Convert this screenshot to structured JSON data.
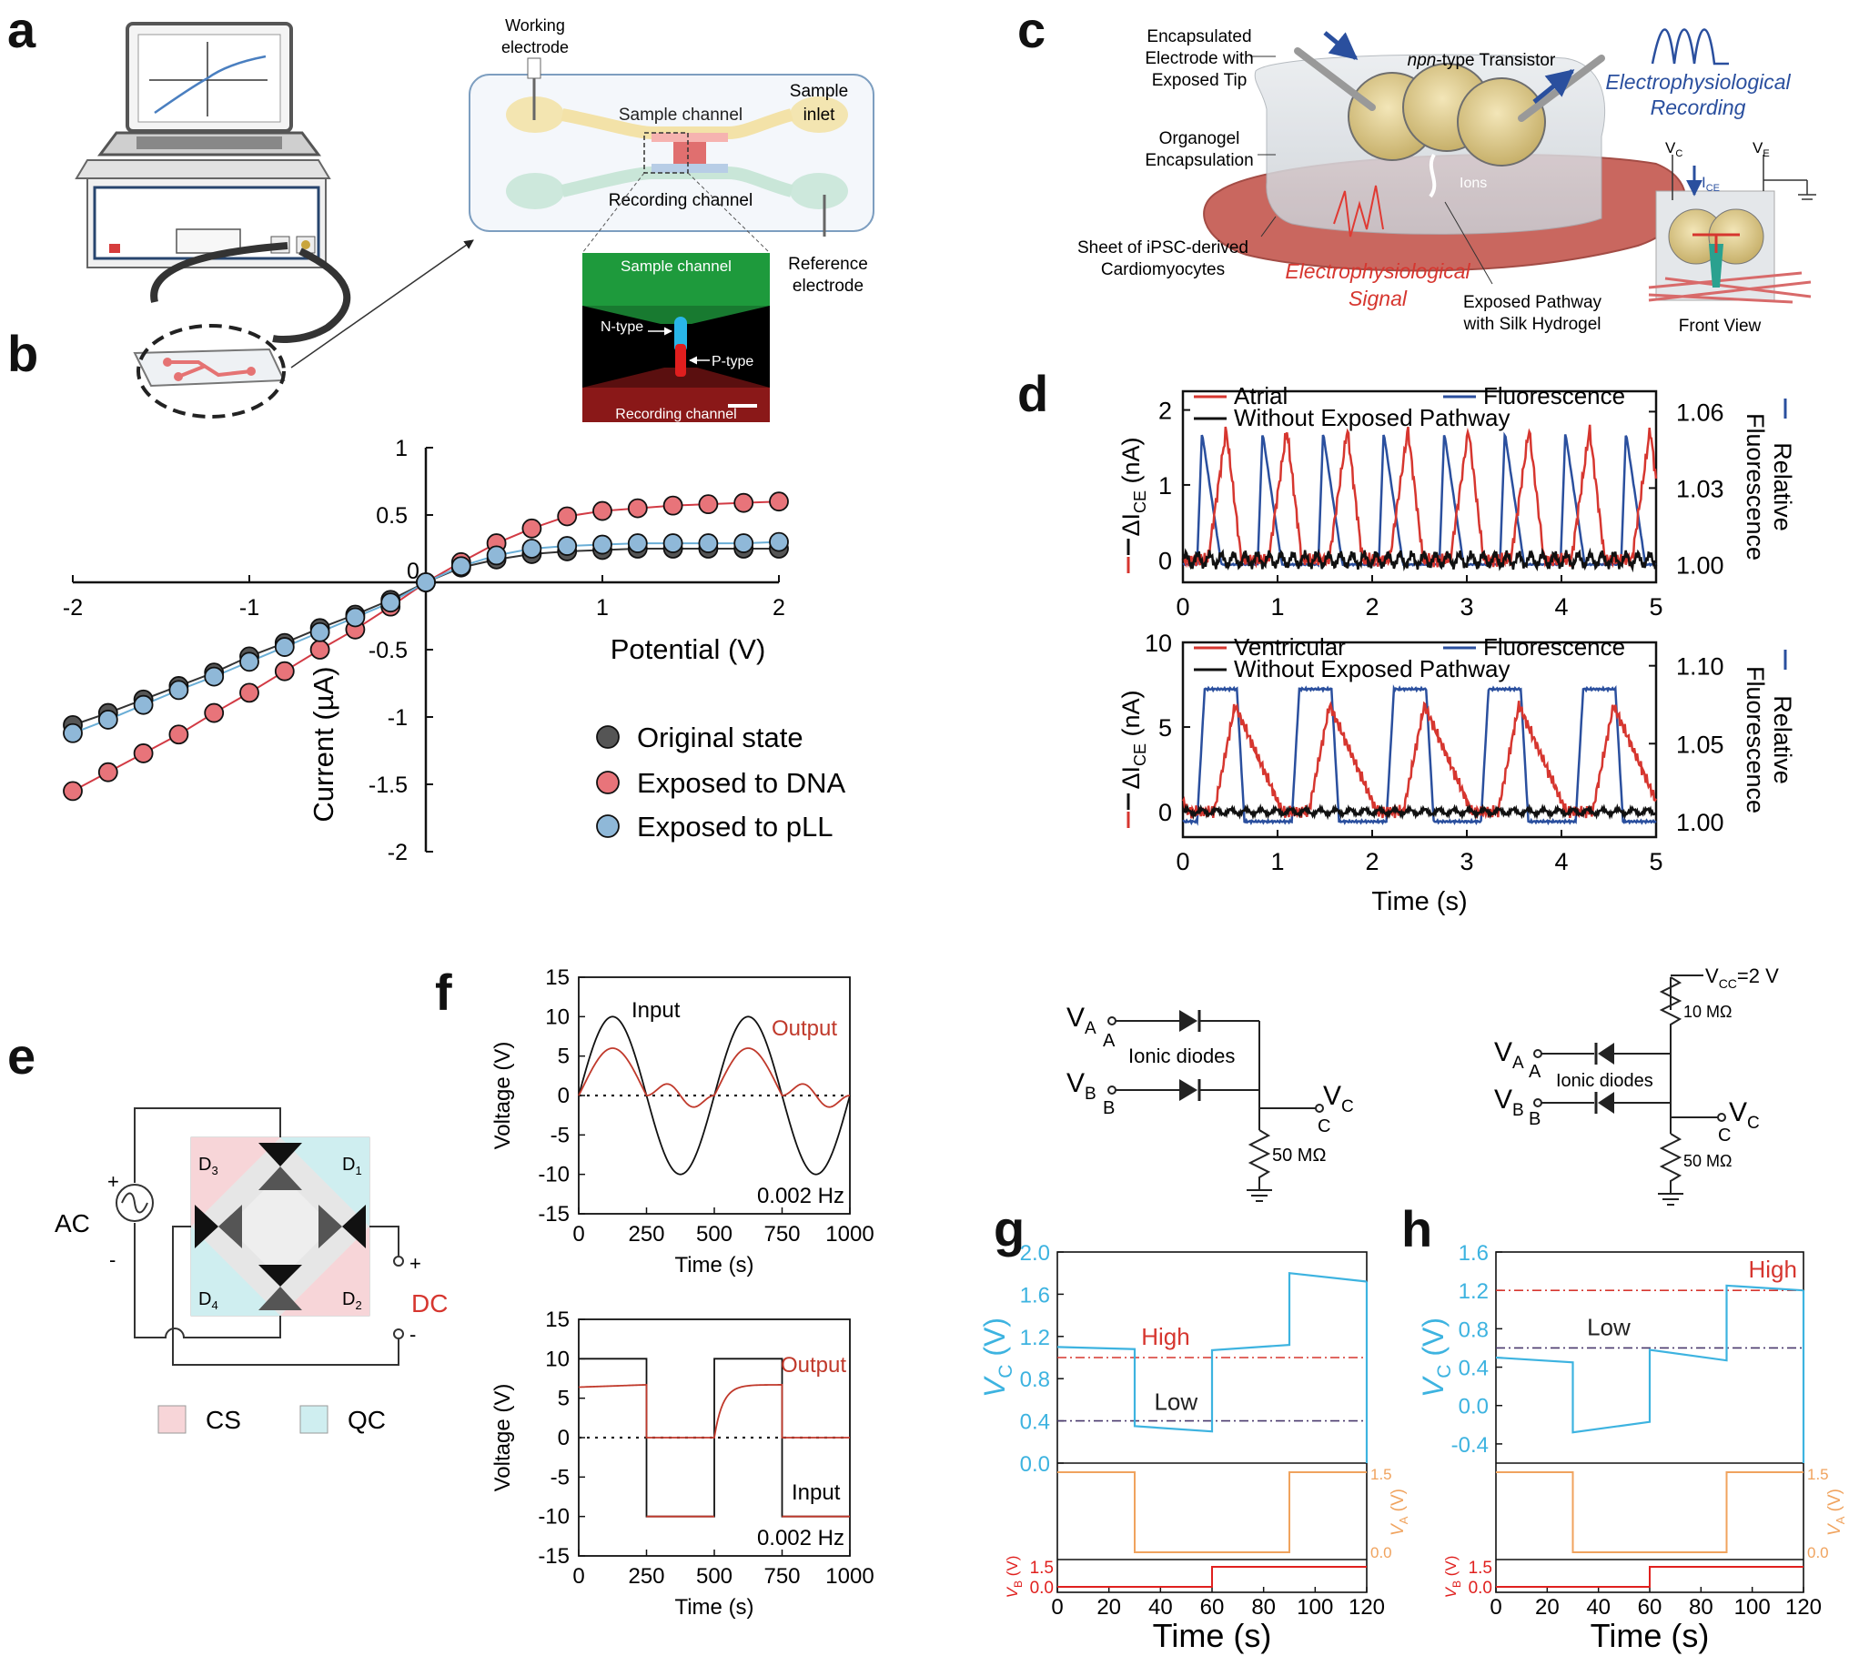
{
  "panels": {
    "a": "a",
    "b": "b",
    "c": "c",
    "d": "d",
    "e": "e",
    "f": "f",
    "g": "g",
    "h": "h"
  },
  "panel_a": {
    "working_electrode": [
      "Working",
      "electrode"
    ],
    "sample_channel": "Sample channel",
    "sample_inlet": [
      "Sample",
      "inlet"
    ],
    "recording_channel": "Recording channel",
    "reference_electrode": [
      "Reference",
      "electrode"
    ],
    "inset_sample_channel": "Sample channel",
    "inset_n_type": "N-type",
    "inset_p_type": "P-type",
    "inset_recording_channel": "Recording channel",
    "colors": {
      "sample": "#1e9a3c",
      "recording": "#8a1818",
      "n": "#29b6e8",
      "p": "#e01e1e"
    }
  },
  "panel_c": {
    "encapsulated_electrode": [
      "Encapsulated",
      "Electrode with",
      "Exposed Tip"
    ],
    "organogel": [
      "Organogel",
      "Encapsulation"
    ],
    "sheet": [
      "Sheet of iPSC-derived",
      "Cardiomyocytes"
    ],
    "npn_prefix": "npn",
    "npn_rest": "-type Transistor",
    "ions": "Ions",
    "electro_recording": [
      "Electrophysiological",
      "Recording"
    ],
    "electro_signal": [
      "Electrophysiological",
      "Signal"
    ],
    "exposed_pathway": [
      "Exposed Pathway",
      "with Silk Hydrogel"
    ],
    "front_view": "Front View",
    "vc": "V",
    "vc_sub": "C",
    "ve": "V",
    "ve_sub": "E",
    "ice": "I",
    "ice_sub": "CE"
  },
  "panel_e": {
    "ac": "AC",
    "dc": "DC",
    "plus": "+",
    "minus": "-",
    "diodes": [
      {
        "l": "D",
        "s": "1"
      },
      {
        "l": "D",
        "s": "2"
      },
      {
        "l": "D",
        "s": "3"
      },
      {
        "l": "D",
        "s": "4"
      }
    ],
    "legend": [
      {
        "label": "CS",
        "color": "#f7d5d8"
      },
      {
        "label": "QC",
        "color": "#cfeef0"
      }
    ]
  },
  "circuit_g": {
    "va": "V",
    "va_sub": "A",
    "a_label": "A",
    "vb": "V",
    "vb_sub": "B",
    "b_label": "B",
    "vc": "V",
    "vc_sub": "C",
    "c_label": "C",
    "diodes_label": "Ionic diodes",
    "resistor": "50 MΩ"
  },
  "circuit_h": {
    "va": "V",
    "va_sub": "A",
    "a_label": "A",
    "vb": "V",
    "vb_sub": "B",
    "b_label": "B",
    "vc": "V",
    "vc_sub": "C",
    "c_label": "C",
    "vcc": "V",
    "vcc_sub": "CC",
    "vcc_value": "=2 V",
    "diodes_label": "Ionic diodes",
    "r_top": "10 MΩ",
    "r_bottom": "50 MΩ"
  },
  "chart_data": [
    {
      "id": "b",
      "type": "scatter",
      "xlabel": "Potential (V)",
      "ylabel": "Current (µA)",
      "xlim": [
        -2,
        2
      ],
      "ylim": [
        -2,
        1
      ],
      "xticks": [
        -2,
        -1,
        0,
        1,
        2
      ],
      "xtick_labels": [
        "-2",
        "-1",
        "0",
        "1",
        "2"
      ],
      "yticks": [
        -2,
        -1.5,
        -1,
        -0.5,
        0,
        0.5,
        1
      ],
      "ytick_labels": [
        "-2",
        "-1.5",
        "-1",
        "-0.5",
        "0",
        "0.5",
        "1"
      ],
      "legend_position": "bottom-right",
      "x": [
        -2,
        -1.8,
        -1.6,
        -1.4,
        -1.2,
        -1.0,
        -0.8,
        -0.6,
        -0.4,
        -0.2,
        0,
        0.2,
        0.4,
        0.6,
        0.8,
        1.0,
        1.2,
        1.4,
        1.6,
        1.8,
        2.0
      ],
      "series": [
        {
          "name": "Original state",
          "color": "#555555",
          "line": "#333333",
          "values": [
            -1.06,
            -0.97,
            -0.87,
            -0.77,
            -0.67,
            -0.55,
            -0.45,
            -0.34,
            -0.24,
            -0.13,
            0,
            0.11,
            0.17,
            0.21,
            0.23,
            0.24,
            0.25,
            0.25,
            0.25,
            0.25,
            0.25
          ]
        },
        {
          "name": "Exposed to DNA",
          "color": "#e8747a",
          "line": "#d23a44",
          "values": [
            -1.55,
            -1.41,
            -1.27,
            -1.13,
            -0.97,
            -0.82,
            -0.66,
            -0.5,
            -0.35,
            -0.18,
            0,
            0.15,
            0.29,
            0.4,
            0.49,
            0.53,
            0.55,
            0.57,
            0.58,
            0.59,
            0.6
          ]
        },
        {
          "name": "Exposed to pLL",
          "color": "#8fb8d8",
          "line": "#6aaed6",
          "values": [
            -1.12,
            -1.02,
            -0.91,
            -0.8,
            -0.7,
            -0.59,
            -0.48,
            -0.37,
            -0.26,
            -0.15,
            0,
            0.12,
            0.2,
            0.25,
            0.27,
            0.28,
            0.29,
            0.29,
            0.29,
            0.29,
            0.3
          ]
        }
      ]
    },
    {
      "id": "d_top",
      "type": "line",
      "xlabel": "",
      "ylabel": "ΔI",
      "ylabel_sub": "CE",
      "ylabel_unit": " (nA)",
      "y2label": [
        "Relative",
        "Fluorescence"
      ],
      "xlim": [
        0,
        5
      ],
      "ylim": [
        -0.3,
        2.25
      ],
      "y2lim": [
        0.993,
        1.068
      ],
      "xticks": [
        0,
        1,
        2,
        3,
        4,
        5
      ],
      "xtick_labels": [
        "0",
        "1",
        "2",
        "3",
        "4",
        "5"
      ],
      "yticks": [
        0,
        1,
        2
      ],
      "ytick_labels": [
        "0",
        "1",
        "2"
      ],
      "y2ticks": [
        1.0,
        1.03,
        1.06
      ],
      "y2tick_labels": [
        "1.00",
        "1.03",
        "1.06"
      ],
      "period": 0.64,
      "legend": [
        {
          "name": "Atrial",
          "color": "#d6362f"
        },
        {
          "name": "Fluorescence",
          "color": "#2a4f9e"
        },
        {
          "name": "Without Exposed Pathway",
          "color": "#111111"
        }
      ]
    },
    {
      "id": "d_bottom",
      "type": "line",
      "xlabel": "Time (s)",
      "ylabel": "ΔI",
      "ylabel_sub": "CE",
      "ylabel_unit": " (nA)",
      "y2label": [
        "Relative",
        "Fluorescence"
      ],
      "xlim": [
        0,
        5
      ],
      "ylim": [
        -1.5,
        10
      ],
      "y2lim": [
        0.99,
        1.115
      ],
      "xticks": [
        0,
        1,
        2,
        3,
        4,
        5
      ],
      "xtick_labels": [
        "0",
        "1",
        "2",
        "3",
        "4",
        "5"
      ],
      "yticks": [
        0,
        5,
        10
      ],
      "ytick_labels": [
        "0",
        "5",
        "10"
      ],
      "y2ticks": [
        1.0,
        1.05,
        1.1
      ],
      "y2tick_labels": [
        "1.00",
        "1.05",
        "1.10"
      ],
      "period": 1.0,
      "legend": [
        {
          "name": "Ventricular",
          "color": "#d6362f"
        },
        {
          "name": "Fluorescence",
          "color": "#2a4f9e"
        },
        {
          "name": "Without Exposed Pathway",
          "color": "#111111"
        }
      ]
    },
    {
      "id": "f_top",
      "type": "line",
      "xlabel": "Time (s)",
      "ylabel": "Voltage (V)",
      "xlim": [
        0,
        1000
      ],
      "ylim": [
        -15,
        15
      ],
      "xticks": [
        0,
        250,
        500,
        750,
        1000
      ],
      "xtick_labels": [
        "0",
        "250",
        "500",
        "750",
        "1000"
      ],
      "yticks": [
        -15,
        -10,
        -5,
        0,
        5,
        10,
        15
      ],
      "ytick_labels": [
        "-15",
        "-10",
        "-5",
        "0",
        "5",
        "10",
        "15"
      ],
      "frequency_label": "0.002 Hz",
      "input_label": "Input",
      "output_label": "Output",
      "input_amplitude": 10,
      "output_peak": 6
    },
    {
      "id": "f_bottom",
      "type": "line",
      "xlabel": "Time (s)",
      "ylabel": "Voltage (V)",
      "xlim": [
        0,
        1000
      ],
      "ylim": [
        -15,
        15
      ],
      "xticks": [
        0,
        250,
        500,
        750,
        1000
      ],
      "xtick_labels": [
        "0",
        "250",
        "500",
        "750",
        "1000"
      ],
      "yticks": [
        -15,
        -10,
        -5,
        0,
        5,
        10,
        15
      ],
      "ytick_labels": [
        "-15",
        "-10",
        "-5",
        "0",
        "5",
        "10",
        "15"
      ],
      "frequency_label": "0.002 Hz",
      "input_label": "Input",
      "output_label": "Output",
      "input_high": 10,
      "input_low": -10,
      "output_plateau": 6.7
    },
    {
      "id": "g",
      "type": "line",
      "xlabel": "Time (s)",
      "ylabel": "V",
      "ylabel_sub": "C",
      "ylabel_unit": " (V)",
      "xlim": [
        0,
        120
      ],
      "xticks": [
        0,
        20,
        40,
        60,
        80,
        100,
        120
      ],
      "xtick_labels": [
        "0",
        "20",
        "40",
        "60",
        "80",
        "100",
        "120"
      ],
      "ylim": [
        0,
        2.0
      ],
      "yticks": [
        0,
        0.4,
        0.8,
        1.2,
        1.6,
        2.0
      ],
      "ytick_labels": [
        "0.0",
        "0.4",
        "0.8",
        "1.2",
        "1.6",
        "2.0"
      ],
      "high_level": 1.0,
      "low_level": 0.4,
      "high_label": "High",
      "low_label": "Low",
      "vc_segments": [
        [
          0,
          1.1,
          1.08
        ],
        [
          30,
          0.35,
          0.3
        ],
        [
          60,
          1.07,
          1.12
        ],
        [
          90,
          1.8,
          1.72
        ]
      ],
      "va_label": "V",
      "va_sub": "A",
      "va_unit": " (V)",
      "va_ticks": [
        "1.5",
        "0.0"
      ],
      "va_steps": [
        [
          0,
          1.5
        ],
        [
          30,
          0
        ],
        [
          90,
          1.5
        ]
      ],
      "vb_label": "V",
      "vb_sub": "B",
      "vb_unit": " (V)",
      "vb_ticks": [
        "1.5",
        "0.0"
      ],
      "vb_steps": [
        [
          0,
          0
        ],
        [
          60,
          1.5
        ]
      ]
    },
    {
      "id": "h",
      "type": "line",
      "xlabel": "Time (s)",
      "ylabel": "V",
      "ylabel_sub": "C",
      "ylabel_unit": " (V)",
      "xlim": [
        0,
        120
      ],
      "xticks": [
        0,
        20,
        40,
        60,
        80,
        100,
        120
      ],
      "xtick_labels": [
        "0",
        "20",
        "40",
        "60",
        "80",
        "100",
        "120"
      ],
      "ylim": [
        -0.6,
        1.6
      ],
      "yticks": [
        -0.4,
        0,
        0.4,
        0.8,
        1.2,
        1.6
      ],
      "ytick_labels": [
        "-0.4",
        "0.0",
        "0.4",
        "0.8",
        "1.2",
        "1.6"
      ],
      "high_level": 1.2,
      "low_level": 0.6,
      "high_label": "High",
      "low_label": "Low",
      "vc_segments": [
        [
          0,
          0.5,
          0.45
        ],
        [
          30,
          -0.28,
          -0.17
        ],
        [
          60,
          0.58,
          0.47
        ],
        [
          90,
          1.25,
          1.2
        ]
      ],
      "va_label": "V",
      "va_sub": "A",
      "va_unit": " (V)",
      "va_ticks": [
        "1.5",
        "0.0"
      ],
      "va_steps": [
        [
          0,
          1.5
        ],
        [
          30,
          0
        ],
        [
          90,
          1.5
        ]
      ],
      "vb_label": "V",
      "vb_sub": "B",
      "vb_unit": " (V)",
      "vb_ticks": [
        "1.5",
        "0.0"
      ],
      "vb_steps": [
        [
          0,
          0
        ],
        [
          60,
          1.5
        ]
      ]
    }
  ]
}
